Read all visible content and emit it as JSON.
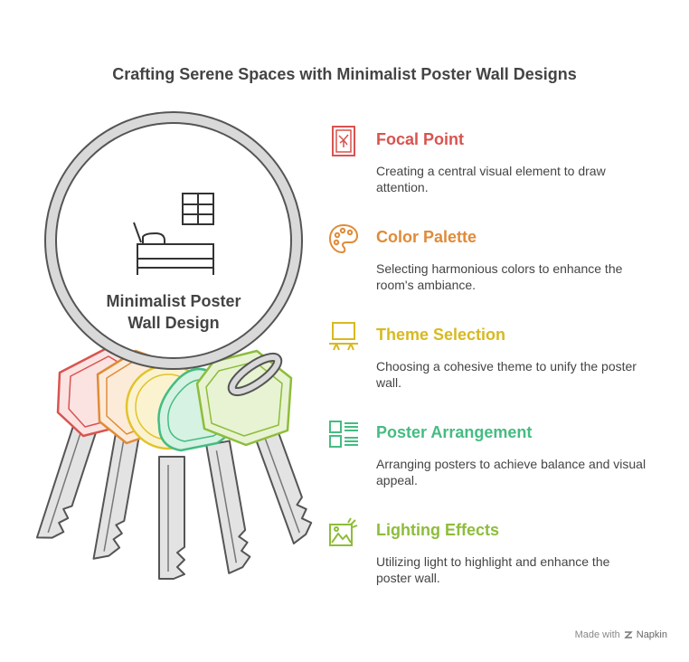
{
  "title": "Crafting Serene Spaces with Minimalist Poster Wall Designs",
  "center_label": [
    "Minimalist Poster",
    "Wall Design"
  ],
  "colors": {
    "red": "#d9534f",
    "orange": "#e08b38",
    "yellow": "#e1c32c",
    "green": "#45bc82",
    "lime": "#8dbd3a",
    "ring": "#d9d9d9",
    "outline": "#555555"
  },
  "items": [
    {
      "heading": "Focal Point",
      "description": "Creating a central visual element to draw attention.",
      "icon": "framed-picture-icon",
      "color": "#d9534f"
    },
    {
      "heading": "Color Palette",
      "description": "Selecting harmonious colors to enhance the room's ambiance.",
      "icon": "palette-icon",
      "color": "#e08b38"
    },
    {
      "heading": "Theme Selection",
      "description": "Choosing a cohesive theme to unify the poster wall.",
      "icon": "easel-board-icon",
      "color": "#d8b91f"
    },
    {
      "heading": "Poster Arrangement",
      "description": "Arranging posters to achieve balance and visual appeal.",
      "icon": "grid-list-icon",
      "color": "#45bc82"
    },
    {
      "heading": "Lighting Effects",
      "description": "Utilizing light to highlight and enhance the poster wall.",
      "icon": "image-light-icon",
      "color": "#8dbd3a"
    }
  ],
  "footer": {
    "made_with": "Made with",
    "brand": "Napkin"
  }
}
